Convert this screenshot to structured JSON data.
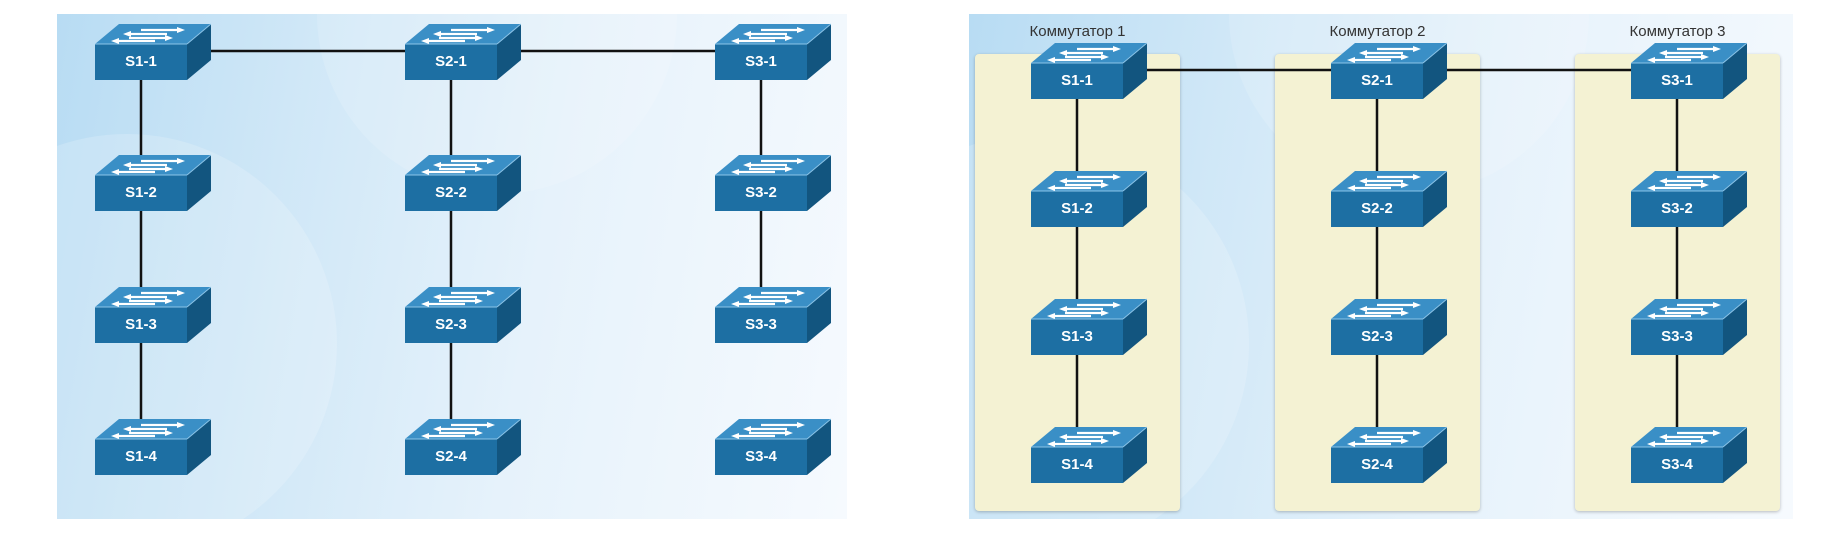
{
  "left_diagram": {
    "links": [
      [
        "S1-1",
        "S2-1"
      ],
      [
        "S2-1",
        "S3-1"
      ],
      [
        "S1-1",
        "S1-2"
      ],
      [
        "S1-2",
        "S1-3"
      ],
      [
        "S1-3",
        "S1-4"
      ],
      [
        "S2-1",
        "S2-2"
      ],
      [
        "S2-2",
        "S2-3"
      ],
      [
        "S2-3",
        "S2-4"
      ],
      [
        "S3-1",
        "S3-2"
      ],
      [
        "S3-2",
        "S3-3"
      ]
    ],
    "columns": [
      {
        "switches": [
          "S1-1",
          "S1-2",
          "S1-3",
          "S1-4"
        ]
      },
      {
        "switches": [
          "S2-1",
          "S2-2",
          "S2-3",
          "S2-4"
        ]
      },
      {
        "switches": [
          "S3-1",
          "S3-2",
          "S3-3",
          "S3-4"
        ]
      }
    ]
  },
  "right_diagram": {
    "links": [
      [
        "S1-1",
        "S2-1"
      ],
      [
        "S2-1",
        "S3-1"
      ],
      [
        "S1-1",
        "S1-2"
      ],
      [
        "S1-2",
        "S1-3"
      ],
      [
        "S1-3",
        "S1-4"
      ],
      [
        "S2-1",
        "S2-2"
      ],
      [
        "S2-2",
        "S2-3"
      ],
      [
        "S2-3",
        "S2-4"
      ],
      [
        "S3-1",
        "S3-2"
      ],
      [
        "S3-2",
        "S3-3"
      ],
      [
        "S3-3",
        "S3-4"
      ]
    ],
    "groups": [
      {
        "title": "Коммутатор 1",
        "switches": [
          "S1-1",
          "S1-2",
          "S1-3",
          "S1-4"
        ]
      },
      {
        "title": "Коммутатор 2",
        "switches": [
          "S2-1",
          "S2-2",
          "S2-3",
          "S2-4"
        ]
      },
      {
        "title": "Коммутатор 3",
        "switches": [
          "S3-1",
          "S3-2",
          "S3-3",
          "S3-4"
        ]
      }
    ]
  },
  "colors": {
    "switch_front": "#1d6fa3",
    "switch_top": "#3a8fc6",
    "switch_side": "#12557f",
    "link": "#111111",
    "group_box": "#f4f2d3"
  },
  "icons": {
    "switch": "network-switch-icon"
  }
}
